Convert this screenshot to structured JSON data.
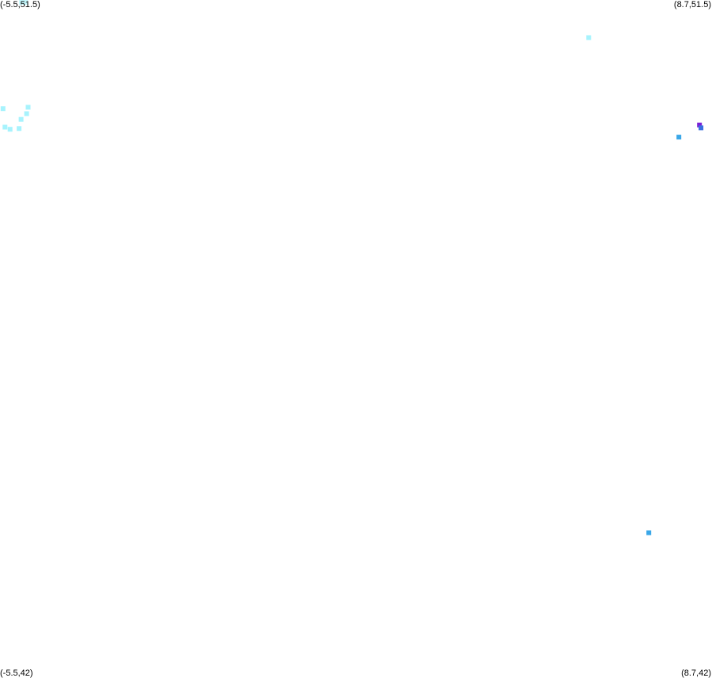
{
  "corners": {
    "top_left": "(-5.5,51.5)",
    "top_right": "(8.7,51.5)",
    "bottom_left": "(-5.5,42)",
    "bottom_right": "(8.7,42)"
  },
  "bounds": {
    "lon_min": -5.5,
    "lon_max": 8.7,
    "lat_min": 42,
    "lat_max": 51.5
  },
  "points": [
    {
      "lon": -5.07,
      "lat": 51.49,
      "color": "#c4f6fb"
    },
    {
      "lon": -4.99,
      "lat": 51.49,
      "color": "#c4f6fb"
    },
    {
      "lon": 6.24,
      "lat": 50.97,
      "color": "#a7f3fd"
    },
    {
      "lon": -5.44,
      "lat": 49.97,
      "color": "#a7f3fd"
    },
    {
      "lon": -4.94,
      "lat": 49.99,
      "color": "#a7f3fd"
    },
    {
      "lon": -4.97,
      "lat": 49.9,
      "color": "#a7f3fd"
    },
    {
      "lon": -5.08,
      "lat": 49.82,
      "color": "#a7f3fd"
    },
    {
      "lon": -5.4,
      "lat": 49.71,
      "color": "#a7f3fd"
    },
    {
      "lon": -5.3,
      "lat": 49.68,
      "color": "#a7f3fd"
    },
    {
      "lon": -5.12,
      "lat": 49.69,
      "color": "#a7f3fd"
    },
    {
      "lon": 8.04,
      "lat": 49.57,
      "color": "#3aa7e8"
    },
    {
      "lon": 8.45,
      "lat": 49.74,
      "color": "#7a1fd6"
    },
    {
      "lon": 8.48,
      "lat": 49.7,
      "color": "#3a6fe0"
    },
    {
      "lon": 7.44,
      "lat": 44.0,
      "color": "#3aa7e8"
    }
  ]
}
